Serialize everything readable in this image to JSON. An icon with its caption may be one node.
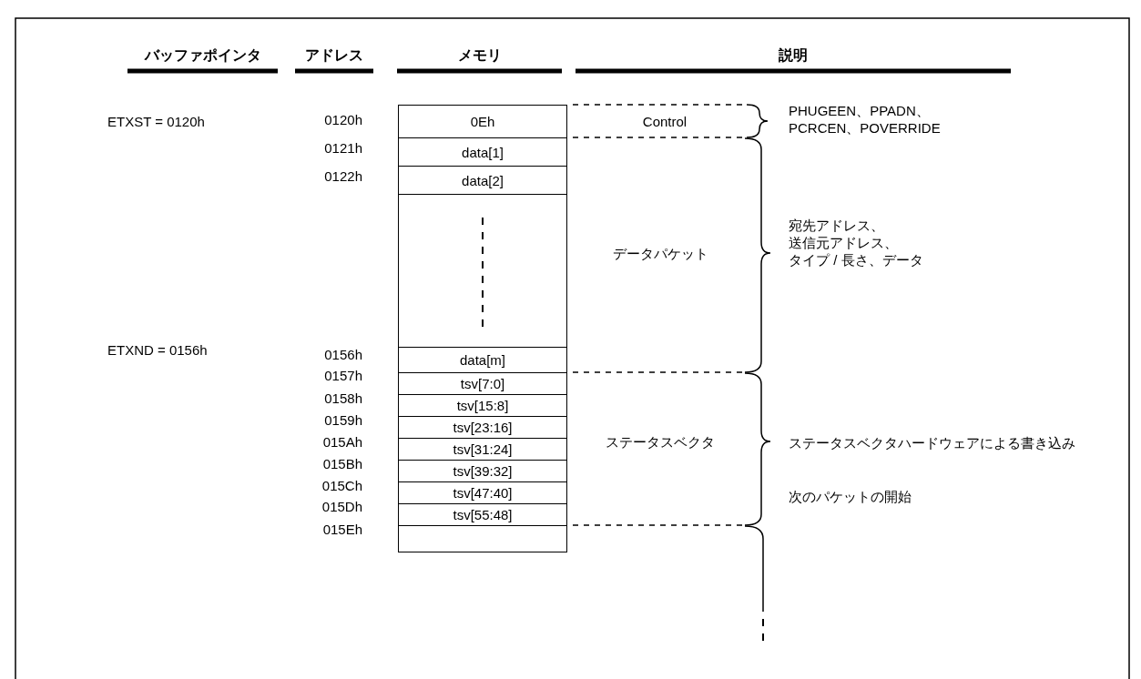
{
  "diagram": {
    "nodes": [
      {
        "text": [
          "0Eh"
        ]
      },
      {
        "text": [
          "data[1]"
        ]
      },
      {
        "text": [
          "data[2]"
        ]
      },
      {
        "text": [],
        "shape": "box"
      },
      {
        "text": [
          "data[m]"
        ]
      },
      {
        "text": [
          "tsv[7:0]"
        ]
      },
      {
        "text": [
          "tsv[15:8]"
        ]
      },
      {
        "text": [
          "tsv[23:16]"
        ]
      },
      {
        "text": [
          "tsv[31:24]"
        ]
      },
      {
        "text": [
          "tsv[39:32]"
        ]
      },
      {
        "text": [
          "tsv[47:40]"
        ]
      },
      {
        "text": [
          "tsv[55:48]"
        ]
      },
      {
        "text": [],
        "shape": "box"
      }
    ],
    "edges": [],
    "labels": [
      "バッファポインタ",
      "アドレス",
      "メモリ",
      "説明",
      "ETXST = 0120h",
      "0120h",
      "Control",
      "PHUGEEN、PPADN、PCRCEN、POVERRIDE",
      "0121h",
      "0122h",
      "データパケット",
      "宛先アドレス、送信元アドレス、タイプ / 長さ、データ",
      "ETXND = 0156h",
      "0156h",
      "0157h",
      "0158h",
      "0159h",
      "015Ah",
      "ステータスベクタ",
      "ステータスベクタハードウェアによる書き込み",
      "015Bh",
      "015Ch",
      "015Dh",
      "015Eh",
      "次のパケットの開始"
    ]
  }
}
